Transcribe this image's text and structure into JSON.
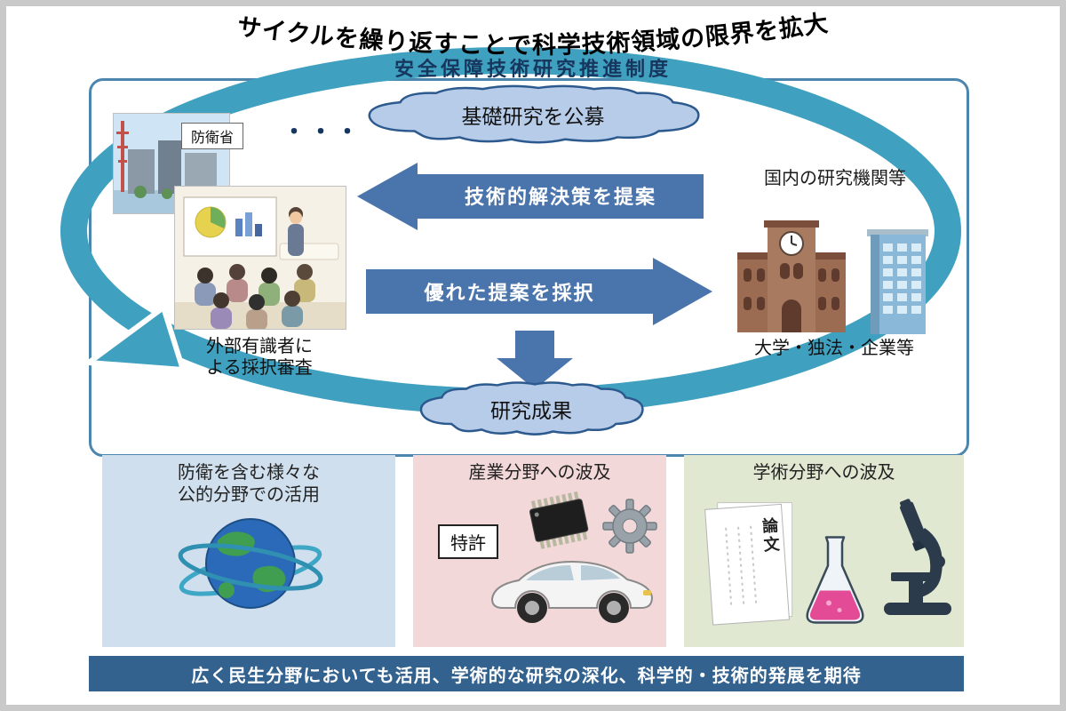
{
  "header": {
    "arc_text": "サイクルを繰り返すことで科学技術領域の限界を拡大",
    "title": "安全保障技術研究推進制度"
  },
  "cycle": {
    "top_cloud_label": "基礎研究を公募",
    "dots": "・・・",
    "ministry_label": "防衛省",
    "reviewer_caption_line1": "外部有識者に",
    "reviewer_caption_line2": "よる採択審査",
    "propose_arrow_label": "技術的解決策を提案",
    "adopt_arrow_label": "優れた提案を採択",
    "institutions_label": "国内の研究機関等",
    "institutions_caption": "大学・独法・企業等",
    "result_cloud_label": "研究成果"
  },
  "panels": {
    "public": {
      "title_line1": "防衛を含む様々な",
      "title_line2": "公的分野での活用"
    },
    "industry": {
      "title": "産業分野への波及",
      "patent_label": "特許"
    },
    "academic": {
      "title": "学術分野への波及",
      "paper_label": "論文"
    }
  },
  "footer": {
    "message": "広く民生分野においても活用、学術的な研究の深化、科学的・技術的発展を期待"
  },
  "illustrations": {
    "left_top": "defense-ministry-building-photo",
    "left_middle": "expert-review-meeting-photo",
    "right": "university-and-company-buildings",
    "panel_public": "globe-with-orbits",
    "panel_industry": "ic-chip-gear-car",
    "panel_academic": "paper-flask-microscope"
  },
  "colors": {
    "cycle_ring": "#3fa0c0",
    "box_border": "#4c86ad",
    "arrow_blue": "#4a74ac",
    "cloud_fill": "#b7cce9",
    "cloud_border": "#2d5a8e",
    "title_navy": "#17365d",
    "footer_bg": "#33628f",
    "footer_text": "#ffffff",
    "panel_public_bg": "#cfdfee",
    "panel_industry_bg": "#f2d8d8",
    "panel_academic_bg": "#e0e8d2",
    "text_dark": "#1a1a1a"
  }
}
